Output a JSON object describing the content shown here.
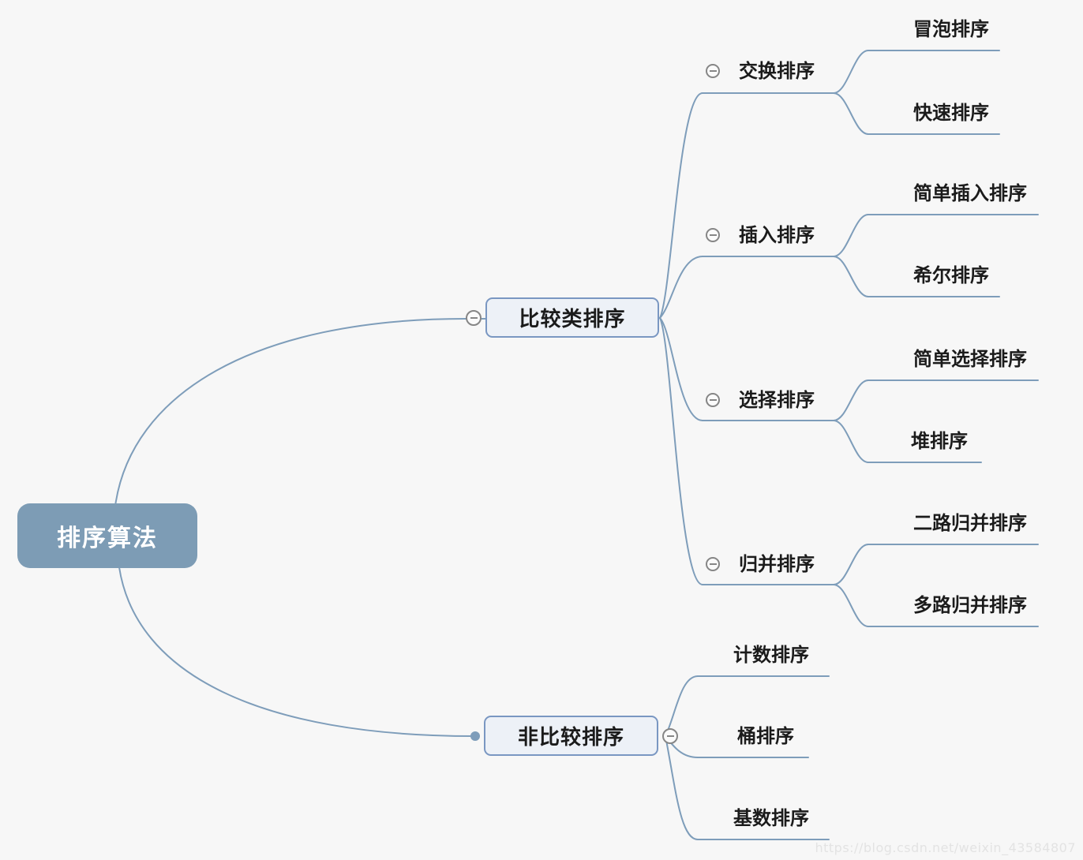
{
  "root": {
    "label": "排序算法"
  },
  "branches": [
    {
      "label": "比较类排序",
      "children": [
        {
          "label": "交换排序",
          "children": [
            {
              "label": "冒泡排序"
            },
            {
              "label": "快速排序"
            }
          ]
        },
        {
          "label": "插入排序",
          "children": [
            {
              "label": "简单插入排序"
            },
            {
              "label": "希尔排序"
            }
          ]
        },
        {
          "label": "选择排序",
          "children": [
            {
              "label": "简单选择排序"
            },
            {
              "label": "堆排序"
            }
          ]
        },
        {
          "label": "归并排序",
          "children": [
            {
              "label": "二路归并排序"
            },
            {
              "label": "多路归并排序"
            }
          ]
        }
      ]
    },
    {
      "label": "非比较排序",
      "children": [
        {
          "label": "计数排序"
        },
        {
          "label": "桶排序"
        },
        {
          "label": "基数排序"
        }
      ]
    }
  ],
  "colors": {
    "background": "#f7f7f7",
    "branch_line": "#7e9dba",
    "root_fill": "#7d9cb5",
    "root_text": "#ffffff",
    "topic_box_fill": "#edf1f7",
    "topic_box_border": "#7a97c2",
    "text": "#1b1b1b",
    "collapse_ring": "#868686",
    "watermark_text": "#e3e3e3"
  },
  "watermark": {
    "label": "https://blog.csdn.net/weixin_43584807"
  }
}
